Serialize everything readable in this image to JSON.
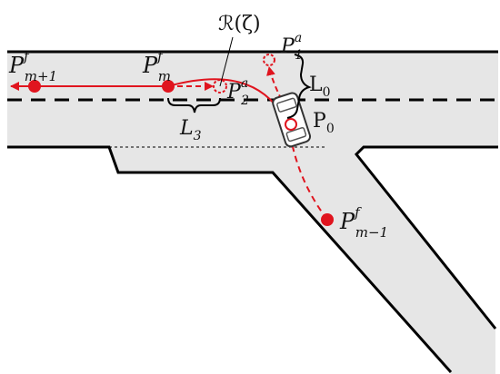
{
  "labels": {
    "p_m_plus_1": {
      "base": "P",
      "sup": "f",
      "sub": "m+1"
    },
    "p_m": {
      "base": "P",
      "sup": "f",
      "sub": "m"
    },
    "p_m_minus_1": {
      "base": "P",
      "sup": "f",
      "sub": "m−1"
    },
    "p_1_a": {
      "base": "P",
      "sup": "a",
      "sub": "1"
    },
    "p_2_a": {
      "base": "P",
      "sup": "a",
      "sub": "2"
    },
    "p_0": {
      "base": "P",
      "sub": "0"
    },
    "l_0": {
      "base": "L",
      "sub": "0"
    },
    "l_3": {
      "base": "L",
      "sub": "3"
    },
    "trajectory": "ℛ(ζ)"
  },
  "colors": {
    "road_fill": "#e6e6e6",
    "road_edge": "#000000",
    "trajectory": "#e0141e",
    "vehicle_fill": "#ffffff",
    "vehicle_stroke": "#333333"
  }
}
